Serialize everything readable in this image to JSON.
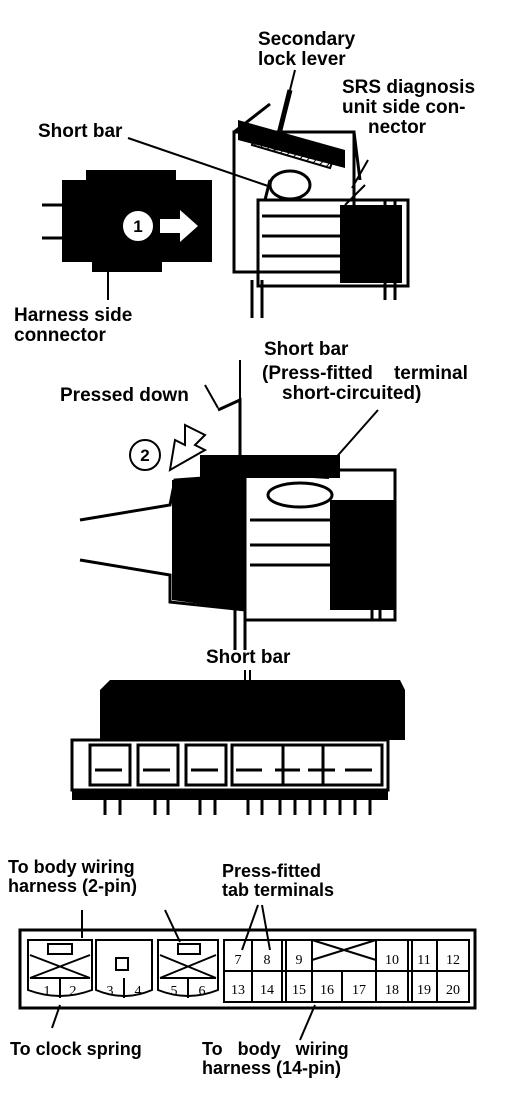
{
  "figure1": {
    "secondary_lock_lever": [
      "Secondary",
      "lock lever"
    ],
    "srs_connector": [
      "SRS diagnosis",
      "unit side con-",
      "nector"
    ],
    "short_bar": "Short bar",
    "harness_connector": [
      "Harness side",
      "connector"
    ],
    "step": "1"
  },
  "figure2": {
    "short_bar": "Short bar",
    "short_bar_note": [
      "(Press-fitted    terminal",
      "short-circuited)"
    ],
    "pressed_down": "Pressed down",
    "step": "2"
  },
  "figure3": {
    "short_bar": "Short bar"
  },
  "figure4": {
    "body_wiring_2pin": [
      "To body wiring",
      "harness (2-pin)"
    ],
    "press_fitted": [
      "Press-fitted",
      "tab terminals"
    ],
    "clock_spring": "To clock spring",
    "body_wiring_14pin": [
      "To   body   wiring",
      "harness (14-pin)"
    ],
    "pins_left": [
      "1",
      "2",
      "3",
      "4",
      "5",
      "6"
    ],
    "pins_top": [
      "7",
      "8",
      "9",
      "10",
      "11",
      "12"
    ],
    "pins_bottom": [
      "13",
      "14",
      "15",
      "16",
      "17",
      "18",
      "19",
      "20"
    ]
  }
}
